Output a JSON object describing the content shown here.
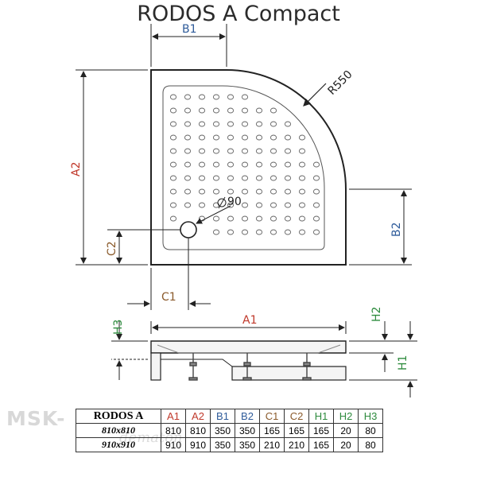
{
  "title": "RODOS A Compact",
  "labels": {
    "A1": "A1",
    "A2": "A2",
    "B1": "B1",
    "B2": "B2",
    "C1": "C1",
    "C2": "C2",
    "H1": "H1",
    "H2": "H2",
    "H3": "H3",
    "radius": "R550",
    "drain": "90"
  },
  "colors": {
    "A": "#c0392b",
    "B": "#2e5b9a",
    "C": "#8a5a2b",
    "H": "#2e8b3e"
  },
  "table": {
    "name": "RODOS A",
    "headers": [
      "A1",
      "A2",
      "B1",
      "B2",
      "C1",
      "C2",
      "H1",
      "H2",
      "H3"
    ],
    "rows": [
      {
        "model": "810x810",
        "values": [
          "810",
          "810",
          "350",
          "350",
          "165",
          "165",
          "165",
          "20",
          "80"
        ]
      },
      {
        "model": "910x910",
        "values": [
          "910",
          "910",
          "350",
          "350",
          "210",
          "210",
          "165",
          "20",
          "80"
        ]
      }
    ]
  },
  "watermark": "MSK-",
  "watermark_tail": "dematon"
}
